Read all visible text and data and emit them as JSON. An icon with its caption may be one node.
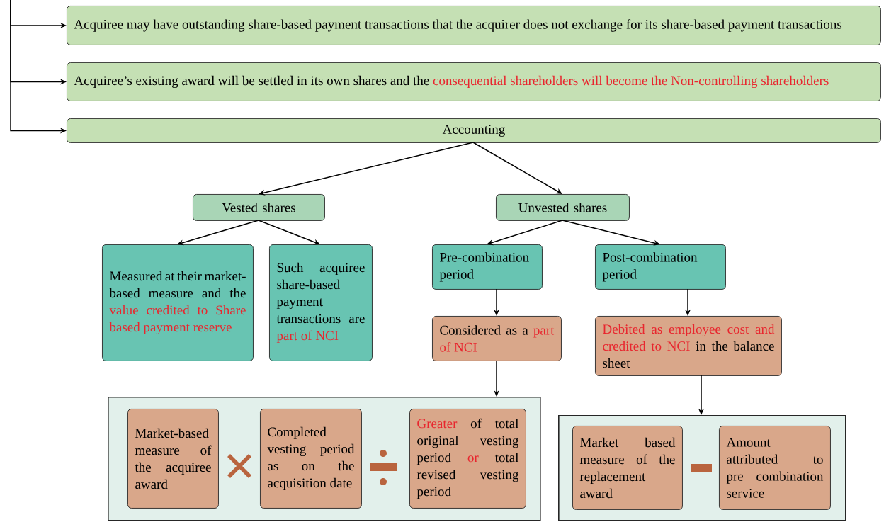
{
  "diagram": {
    "nodes": [
      {
        "text": [
          "Acquiree may have outstanding share-based payment transactions that the acquirer does not exchange for its share-based payment transactions"
        ]
      },
      {
        "text": [
          "Acquiree’s existing award will be settled in its own shares and the",
          "consequential shareholders will become the Non-controlling shareholders"
        ]
      },
      {
        "text": [
          "Accounting"
        ]
      },
      {
        "text": [
          "Vested shares"
        ]
      },
      {
        "text": [
          "Unvested shares"
        ]
      },
      {
        "text": [
          "Measured at their market-based measure and the",
          "value credited to Share based payment reserve"
        ]
      },
      {
        "text": [
          "Such acquiree share-based payment transactions are",
          "part of NCI"
        ]
      },
      {
        "text": [
          "Pre-combination period"
        ]
      },
      {
        "text": [
          "Post-combination period"
        ]
      },
      {
        "text": [
          "Considered as a",
          "part of NCI"
        ]
      },
      {
        "text": [
          "Debited as employee cost and credited to NCI",
          "in the balance sheet"
        ]
      },
      {
        "text": [],
        "shape": "box"
      },
      {
        "text": [
          "Market-based measure of the acquiree award"
        ],
        "in": 11
      },
      {
        "text": [
          "Completed vesting period as on the acquisition date"
        ],
        "in": 11
      },
      {
        "text": [
          "Greater",
          "of total original vesting period",
          "or",
          "total revised vesting period"
        ],
        "in": 11
      },
      {
        "text": [],
        "shape": "box"
      },
      {
        "text": [
          "Market based measure of the replacement award"
        ],
        "in": 15
      },
      {
        "text": [
          "Amount attributed to pre combination service"
        ],
        "in": 15
      }
    ],
    "edges": [
      {
        "from": null,
        "to": 0,
        "arrow": "to"
      },
      {
        "from": null,
        "to": 1,
        "arrow": "to"
      },
      {
        "from": null,
        "to": 2,
        "arrow": "to"
      },
      {
        "from": 2,
        "to": 3,
        "arrow": "to"
      },
      {
        "from": 2,
        "to": 4,
        "arrow": "to"
      },
      {
        "from": 3,
        "to": 5,
        "arrow": "to"
      },
      {
        "from": 3,
        "to": 6,
        "arrow": "to"
      },
      {
        "from": 4,
        "to": 7,
        "arrow": "to"
      },
      {
        "from": 4,
        "to": 8,
        "arrow": "to"
      },
      {
        "from": 7,
        "to": 9,
        "arrow": "to"
      },
      {
        "from": 8,
        "to": 10,
        "arrow": "to"
      },
      {
        "from": 9,
        "to": 11,
        "arrow": "to"
      },
      {
        "from": 10,
        "to": 15,
        "arrow": "to"
      }
    ]
  }
}
